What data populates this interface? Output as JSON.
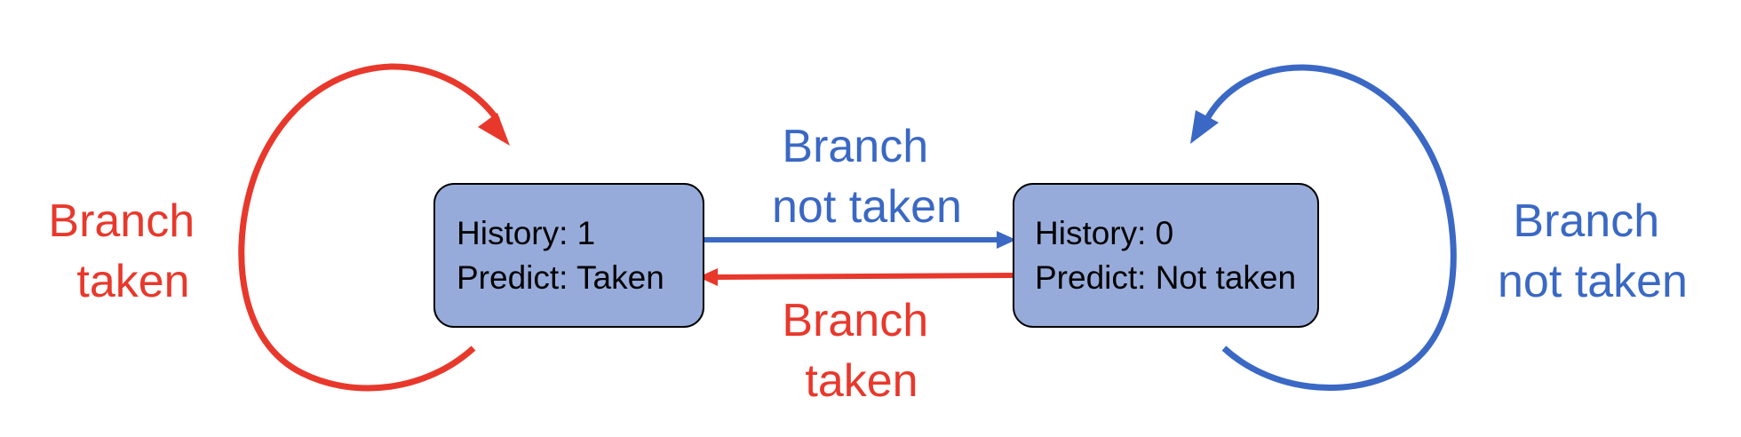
{
  "colors": {
    "taken": "#e8382c",
    "not_taken": "#3a68c4",
    "state_fill": "#97abda",
    "state_stroke": "#000000"
  },
  "states": {
    "taken_state": {
      "history": "History: 1",
      "predict": "Predict: Taken"
    },
    "not_taken_state": {
      "history": "History: 0",
      "predict": "Predict: Not taken"
    }
  },
  "transitions": {
    "self_loop_taken": {
      "line1": "Branch",
      "line2": "taken"
    },
    "taken_to_not_taken": {
      "line1": "Branch",
      "line2": "not taken"
    },
    "not_taken_to_taken": {
      "line1": "Branch",
      "line2": "taken"
    },
    "self_loop_not_taken": {
      "line1": "Branch",
      "line2": "not taken"
    }
  }
}
